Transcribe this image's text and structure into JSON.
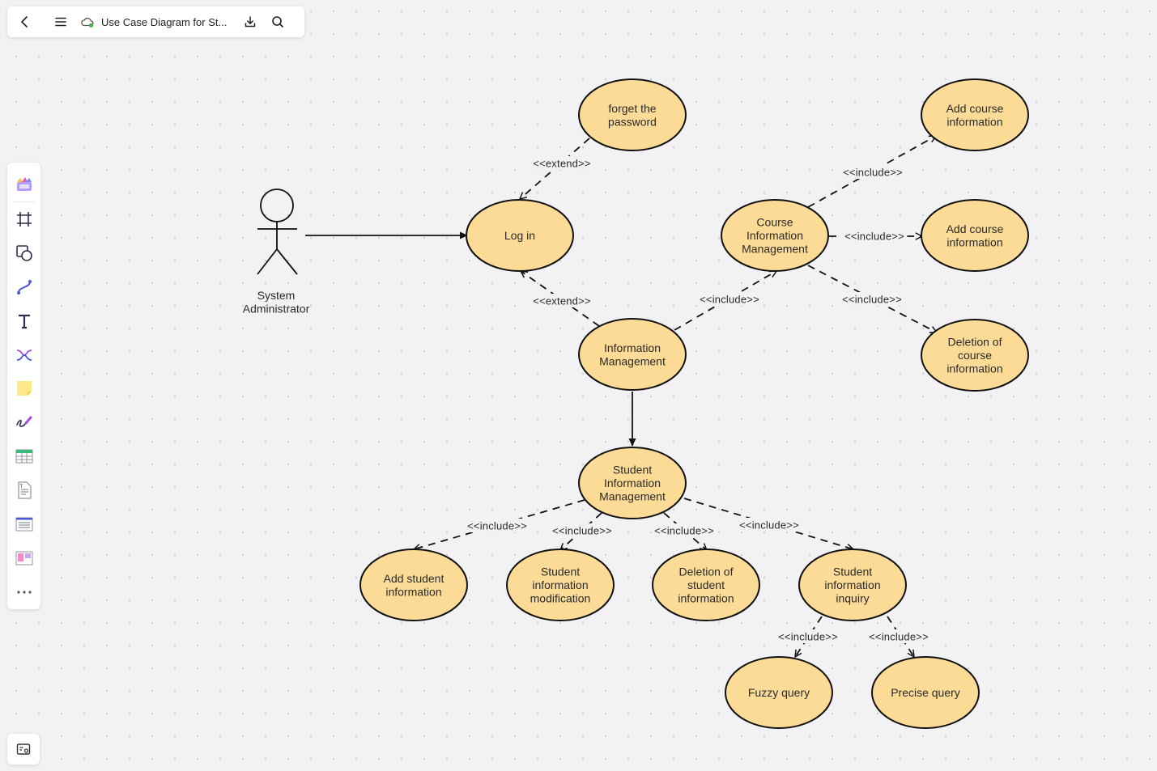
{
  "toolbar": {
    "back_icon": "chevron-left-icon",
    "menu_icon": "hamburger-menu-icon",
    "cloud_icon": "cloud-sync-icon",
    "title": "Use Case Diagram for St...",
    "download_icon": "download-icon",
    "search_icon": "search-icon"
  },
  "sidebar": {
    "items": [
      {
        "name": "templates-icon"
      },
      {
        "name": "frame-icon"
      },
      {
        "name": "shape-icon"
      },
      {
        "name": "connector-icon"
      },
      {
        "name": "text-icon"
      },
      {
        "name": "mind-map-icon"
      },
      {
        "name": "sticky-note-icon"
      },
      {
        "name": "pen-icon"
      },
      {
        "name": "table-icon"
      },
      {
        "name": "document-icon"
      },
      {
        "name": "list-icon"
      },
      {
        "name": "kanban-icon"
      },
      {
        "name": "more-icon"
      }
    ]
  },
  "bottom_button": {
    "icon": "map-icon"
  },
  "colors": {
    "usecase_fill": "#fcdb96",
    "stroke": "#111111",
    "canvas": "#f2f2f4",
    "accent": "#4caf50"
  },
  "diagram": {
    "actor": {
      "label": [
        "System",
        "Administrator"
      ]
    },
    "use_cases": [
      {
        "id": "forget",
        "label": [
          "forget the",
          "password"
        ]
      },
      {
        "id": "login",
        "label": [
          "Log in"
        ]
      },
      {
        "id": "info_mgmt",
        "label": [
          "Information",
          "Management"
        ]
      },
      {
        "id": "course_mgmt",
        "label": [
          "Course",
          "Information",
          "Management"
        ]
      },
      {
        "id": "add_course_1",
        "label": [
          "Add course",
          "information"
        ]
      },
      {
        "id": "add_course_2",
        "label": [
          "Add course",
          "information"
        ]
      },
      {
        "id": "del_course",
        "label": [
          "Deletion of",
          "course",
          "information"
        ]
      },
      {
        "id": "student_mgmt",
        "label": [
          "Student",
          "Information",
          "Management"
        ]
      },
      {
        "id": "add_student",
        "label": [
          "Add student",
          "information"
        ]
      },
      {
        "id": "student_mod",
        "label": [
          "Student",
          "information",
          "modification"
        ]
      },
      {
        "id": "del_student",
        "label": [
          "Deletion of",
          "student",
          "information"
        ]
      },
      {
        "id": "student_inquiry",
        "label": [
          "Student",
          "information",
          "inquiry"
        ]
      },
      {
        "id": "fuzzy",
        "label": [
          "Fuzzy query"
        ]
      },
      {
        "id": "precise",
        "label": [
          "Precise query"
        ]
      }
    ],
    "relations": [
      {
        "id": "r_actor_login",
        "type": "association",
        "label": ""
      },
      {
        "id": "r_forget_login",
        "type": "extend",
        "label": "<<extend>>"
      },
      {
        "id": "r_info_login",
        "type": "extend",
        "label": "<<extend>>"
      },
      {
        "id": "r_info_course",
        "type": "include",
        "label": "<<include>>"
      },
      {
        "id": "r_course_add1",
        "type": "include",
        "label": "<<include>>"
      },
      {
        "id": "r_course_add2",
        "type": "include",
        "label": "<<include>>"
      },
      {
        "id": "r_course_del",
        "type": "include",
        "label": "<<include>>"
      },
      {
        "id": "r_info_student",
        "type": "association",
        "label": ""
      },
      {
        "id": "r_student_add",
        "type": "include",
        "label": "<<include>>"
      },
      {
        "id": "r_student_mod",
        "type": "include",
        "label": "<<include>>"
      },
      {
        "id": "r_student_del",
        "type": "include",
        "label": "<<include>>"
      },
      {
        "id": "r_student_inquiry",
        "type": "include",
        "label": "<<include>>"
      },
      {
        "id": "r_inquiry_fuzzy",
        "type": "include",
        "label": "<<include>>"
      },
      {
        "id": "r_inquiry_precise",
        "type": "include",
        "label": "<<include>>"
      }
    ]
  }
}
